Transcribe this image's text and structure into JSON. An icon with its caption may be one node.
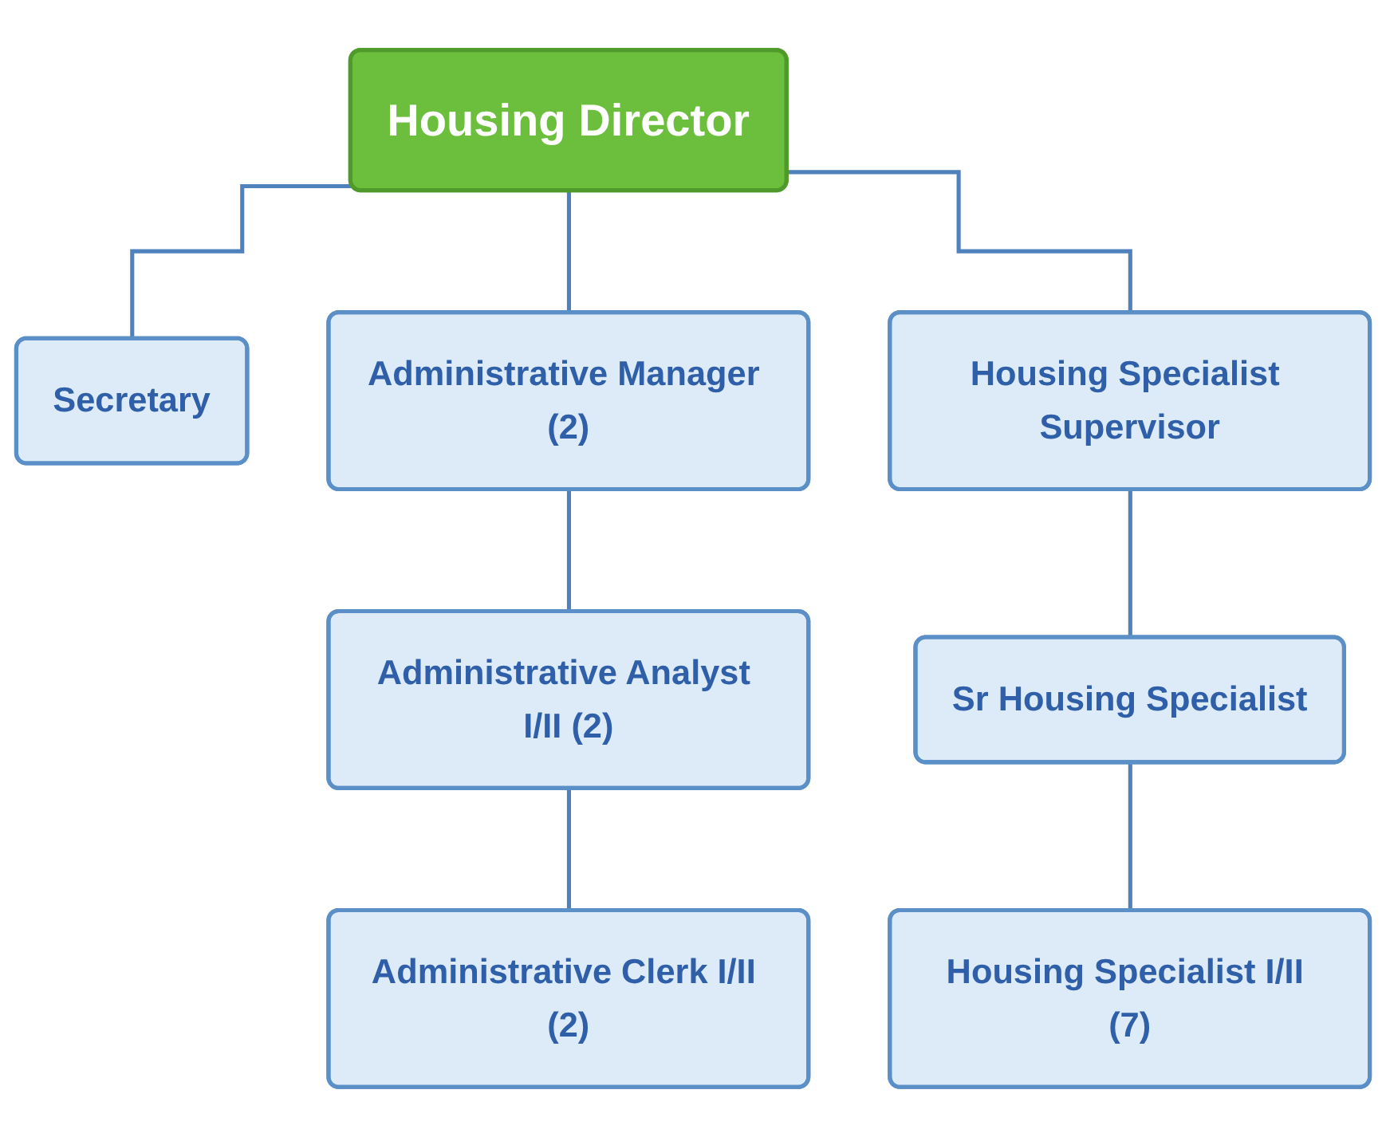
{
  "diagram": {
    "nodes": [
      {
        "text": [
          "Housing Director"
        ]
      },
      {
        "text": [
          "Secretary"
        ]
      },
      {
        "text": [
          "Administrative Manager (2)"
        ]
      },
      {
        "text": [
          "Housing Specialist Supervisor"
        ]
      },
      {
        "text": [
          "Administrative Analyst I/II (2)"
        ]
      },
      {
        "text": [
          "Sr Housing Specialist"
        ]
      },
      {
        "text": [
          "Administrative Clerk I/II (2)"
        ]
      },
      {
        "text": [
          "Housing Specialist I/II (7)"
        ]
      }
    ],
    "edges": [
      {
        "from": 0,
        "to": 1,
        "arrow": "none"
      },
      {
        "from": 0,
        "to": 2,
        "arrow": "none"
      },
      {
        "from": 0,
        "to": 3,
        "arrow": "none"
      },
      {
        "from": 2,
        "to": 4,
        "arrow": "none"
      },
      {
        "from": 3,
        "to": 5,
        "arrow": "none"
      },
      {
        "from": 4,
        "to": 6,
        "arrow": "none"
      },
      {
        "from": 5,
        "to": 7,
        "arrow": "none"
      }
    ]
  }
}
